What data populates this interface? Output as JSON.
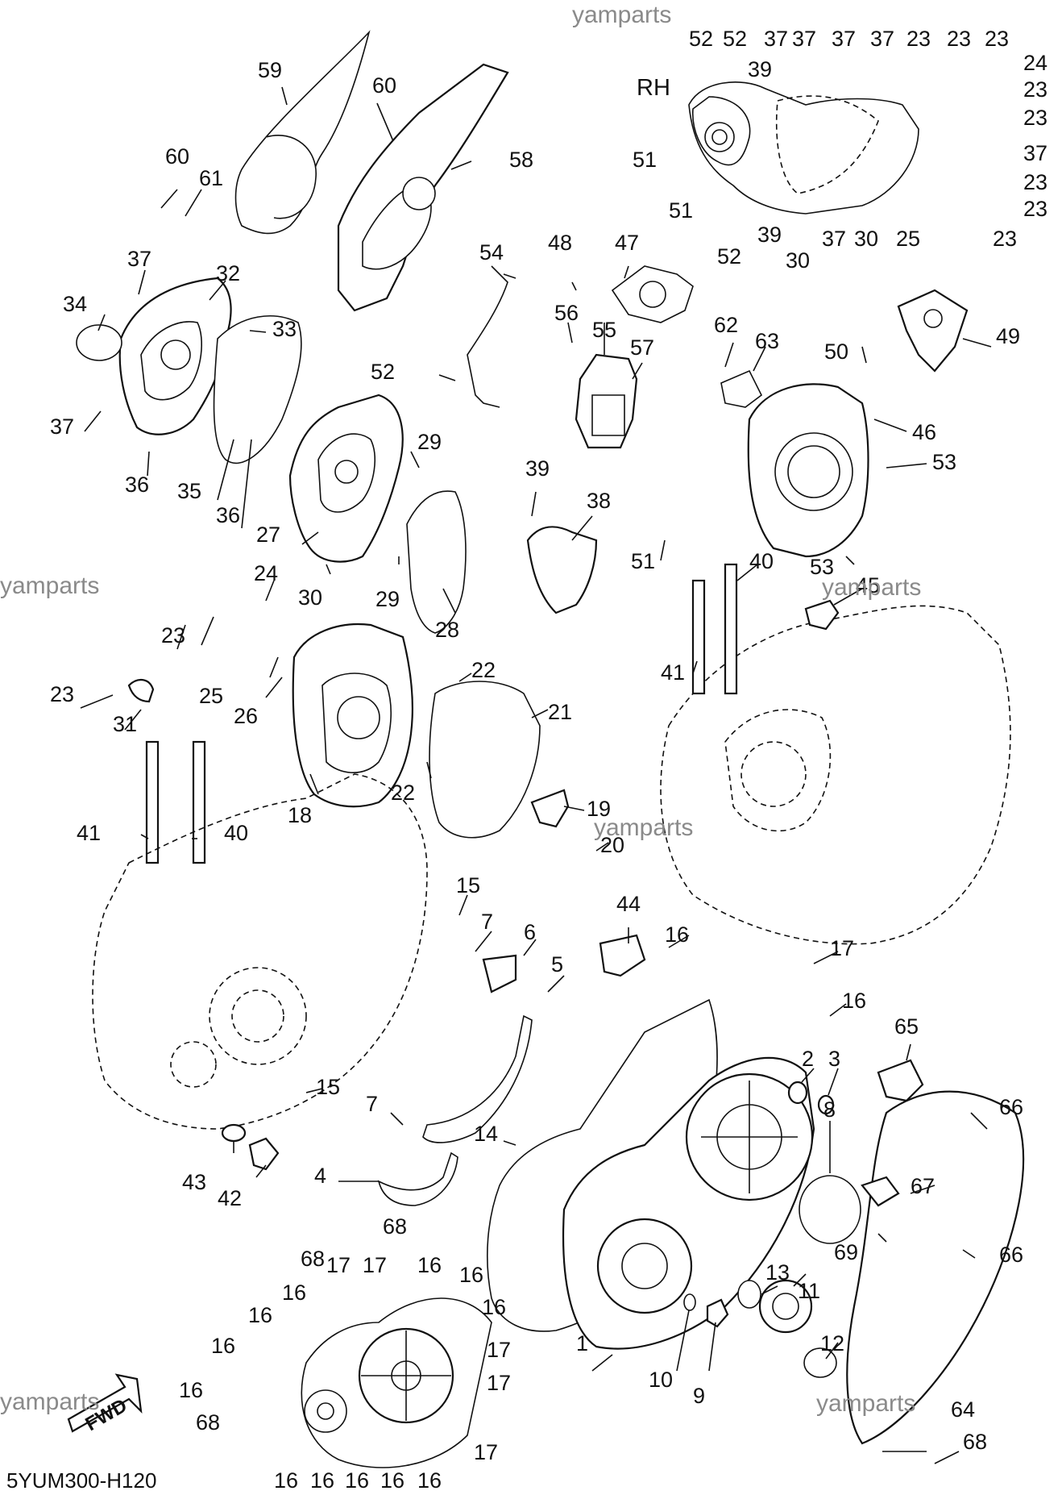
{
  "diagram": {
    "catalog_code": "5YUM300-H120",
    "side_label": "RH",
    "direction_label": "FWD",
    "watermarks": [
      "yamparts",
      "yamparts",
      "yamparts",
      "yamparts",
      "yamparts",
      "yamparts"
    ],
    "callouts": {
      "rh_top": [
        "52",
        "52",
        "37",
        "37",
        "37",
        "37",
        "23",
        "23",
        "23"
      ],
      "rh_right": [
        "24",
        "23",
        "23",
        "37",
        "23",
        "23",
        "23"
      ],
      "rh_bottom": [
        "39",
        "30",
        "37",
        "30",
        "25"
      ],
      "rh_left": [
        "51",
        "51",
        "52",
        "39"
      ],
      "upper_left": [
        "59",
        "60",
        "60",
        "61",
        "58",
        "37",
        "32",
        "34",
        "33",
        "37",
        "36",
        "35",
        "36",
        "27",
        "29",
        "29",
        "30",
        "28"
      ],
      "upper_middle": [
        "54",
        "48",
        "47",
        "56",
        "55",
        "57",
        "52",
        "62",
        "63",
        "50",
        "49",
        "46",
        "53",
        "39",
        "38",
        "51",
        "53",
        "40",
        "45",
        "41"
      ],
      "mid_left": [
        "24",
        "23",
        "23",
        "25",
        "26",
        "31",
        "22",
        "21",
        "22",
        "41",
        "40",
        "18",
        "19",
        "20"
      ],
      "lower_left": [
        "15",
        "7",
        "6",
        "5",
        "15",
        "7",
        "14",
        "4",
        "43",
        "42"
      ],
      "lower_right": [
        "44",
        "16",
        "17",
        "16",
        "65",
        "2",
        "3",
        "66",
        "8",
        "67",
        "66",
        "69",
        "13",
        "11",
        "12",
        "1",
        "10",
        "9",
        "64",
        "68"
      ],
      "bottom_cover": [
        "68",
        "17",
        "68",
        "16",
        "16",
        "16",
        "16",
        "16",
        "16",
        "17",
        "17",
        "16",
        "17",
        "68",
        "17",
        "16",
        "16",
        "16",
        "16",
        "16"
      ]
    }
  }
}
